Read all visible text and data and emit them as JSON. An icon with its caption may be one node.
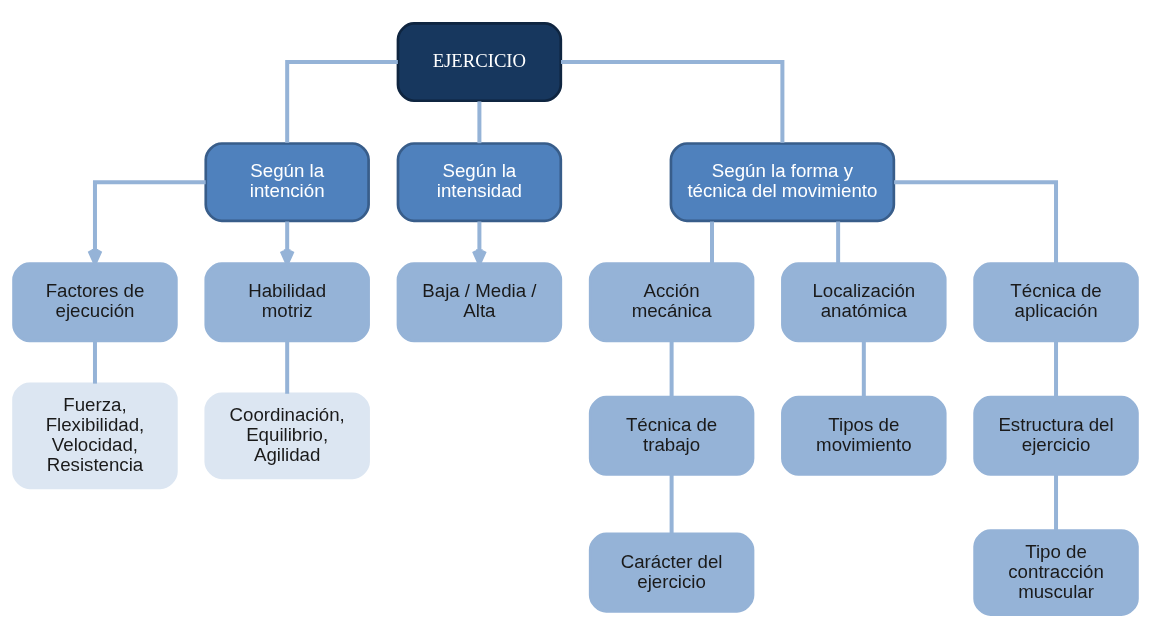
{
  "diagram": {
    "nodes": [
      {
        "text": [
          "EJERCICIO"
        ]
      },
      {
        "text": [
          "Según la intención"
        ]
      },
      {
        "text": [
          "Según la intensidad"
        ]
      },
      {
        "text": [
          "Según la forma y técnica del movimiento"
        ]
      },
      {
        "text": [
          "Factores de ejecución"
        ]
      },
      {
        "text": [
          "Habilidad motriz"
        ]
      },
      {
        "text": [
          "Baja / Media / Alta"
        ]
      },
      {
        "text": [
          "Acción mecánica"
        ]
      },
      {
        "text": [
          "Localización anatómica"
        ]
      },
      {
        "text": [
          "Técnica de aplicación"
        ]
      },
      {
        "text": [
          "Fuerza, Flexibilidad, Velocidad, Resistencia"
        ]
      },
      {
        "text": [
          "Coordinación, Equilibrio, Agilidad"
        ]
      },
      {
        "text": [
          "Técnica de trabajo"
        ]
      },
      {
        "text": [
          "Tipos de movimiento"
        ]
      },
      {
        "text": [
          "Estructura del ejercicio"
        ]
      },
      {
        "text": [
          "Carácter del ejercicio"
        ]
      },
      {
        "text": [
          "Tipo de contracción muscular"
        ]
      }
    ],
    "edges": [
      {
        "from": 0,
        "to": 1,
        "arrow": "none"
      },
      {
        "from": 0,
        "to": 2,
        "arrow": "none"
      },
      {
        "from": 0,
        "to": 3,
        "arrow": "none"
      },
      {
        "from": 1,
        "to": 4,
        "arrow": "to"
      },
      {
        "from": 1,
        "to": 5,
        "arrow": "to"
      },
      {
        "from": 2,
        "to": 6,
        "arrow": "to"
      },
      {
        "from": 3,
        "to": 7,
        "arrow": "none"
      },
      {
        "from": 3,
        "to": 8,
        "arrow": "none"
      },
      {
        "from": 3,
        "to": 9,
        "arrow": "none"
      },
      {
        "from": 4,
        "to": 10,
        "arrow": "none"
      },
      {
        "from": 5,
        "to": 11,
        "arrow": "none"
      },
      {
        "from": 7,
        "to": 12,
        "arrow": "none"
      },
      {
        "from": 8,
        "to": 13,
        "arrow": "none"
      },
      {
        "from": 9,
        "to": 14,
        "arrow": "none"
      },
      {
        "from": 12,
        "to": 15,
        "arrow": "none"
      },
      {
        "from": 14,
        "to": 16,
        "arrow": "none"
      }
    ]
  }
}
